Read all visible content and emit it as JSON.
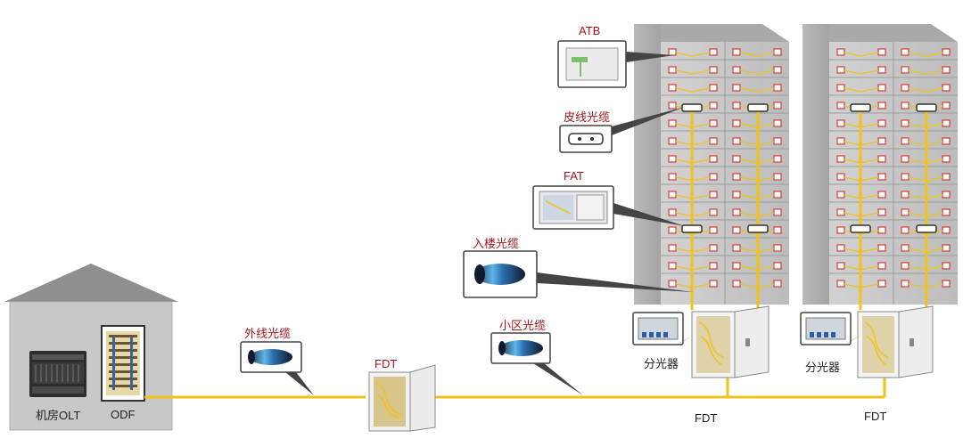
{
  "labels": {
    "olt": "机房OLT",
    "odf": "ODF",
    "outdoor_cable": "外线光缆",
    "fdt_main": "FDT",
    "district_cable": "小区光缆",
    "building_cable": "入楼光缆",
    "fat": "FAT",
    "drop_cable": "皮线光缆",
    "atb": "ATB",
    "splitter_1": "分光器",
    "splitter_2": "分光器",
    "fdt_building_1": "FDT",
    "fdt_building_2": "FDT"
  },
  "colors": {
    "fiber": "#f2c218",
    "label_red": "#a5141b",
    "building": "#c9c9c9"
  }
}
